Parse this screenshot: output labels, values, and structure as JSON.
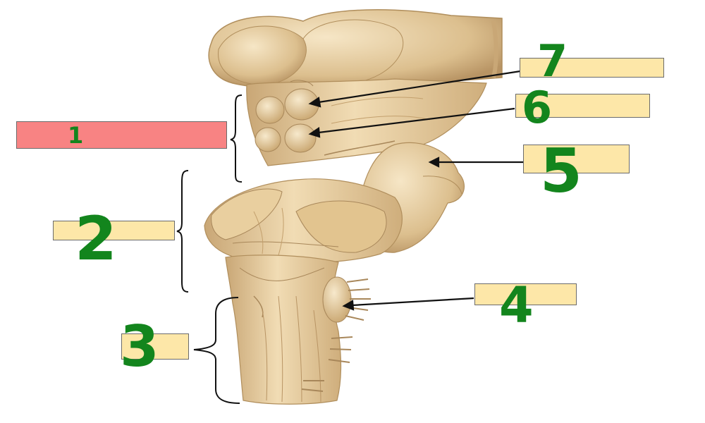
{
  "colors": {
    "label_box": "#fde7a8",
    "label_box_highlight": "#f88383",
    "box_border": "#6b6b6b",
    "handwriting": "#13851d",
    "leader": "#111111",
    "tissue_light": "#f1dcb4",
    "tissue_mid": "#dcbf8e",
    "tissue_dark": "#b08e5c"
  },
  "labels": [
    {
      "id": "1",
      "text": "1",
      "highlighted": true
    },
    {
      "id": "2",
      "text": "2",
      "highlighted": false
    },
    {
      "id": "3",
      "text": "3",
      "highlighted": false
    },
    {
      "id": "4",
      "text": "4",
      "highlighted": false
    },
    {
      "id": "5",
      "text": "5",
      "highlighted": false
    },
    {
      "id": "6",
      "text": "6",
      "highlighted": false
    },
    {
      "id": "7",
      "text": "7",
      "highlighted": false
    }
  ]
}
